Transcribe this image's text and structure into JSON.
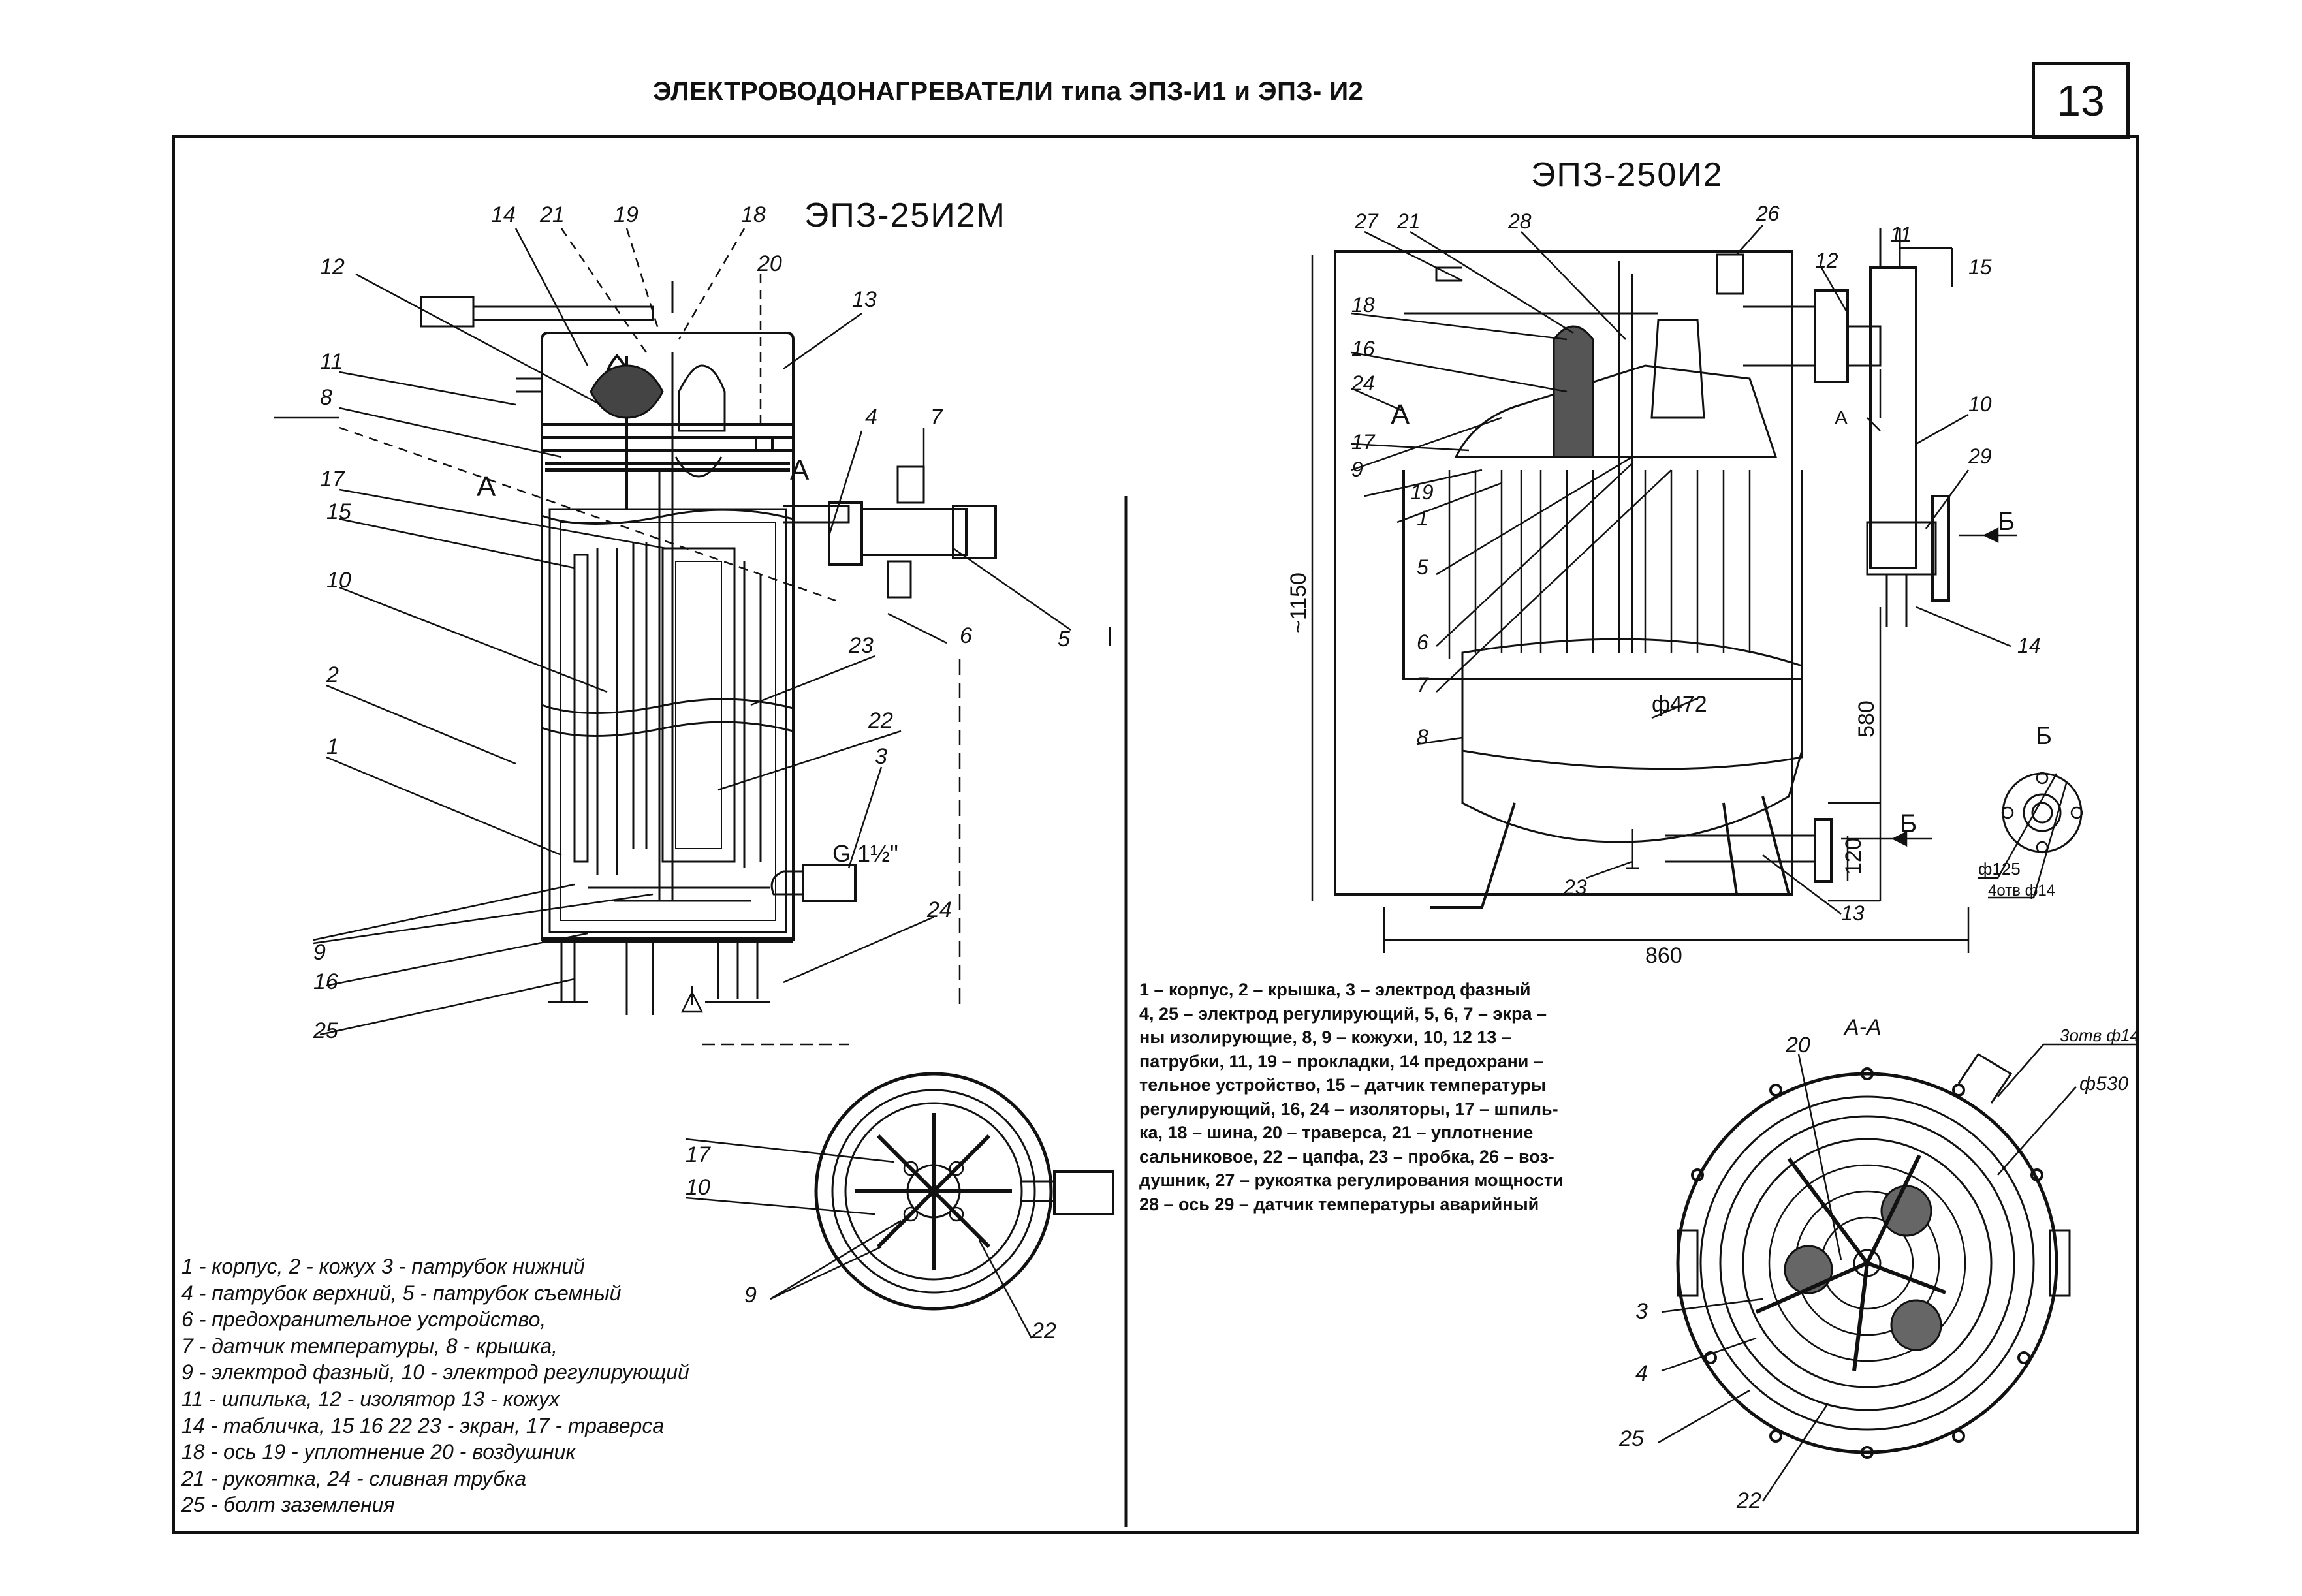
{
  "title": "ЭЛЕКТРОВОДОНАГРЕВАТЕЛИ типа ЭПЗ-И1 и ЭПЗ- И2",
  "page_number": "13",
  "left_view": {
    "caption": "ЭПЗ-25И2М",
    "section_mark": "А",
    "callouts": [
      "14",
      "21",
      "19",
      "18",
      "12",
      "20",
      "13",
      "11",
      "8",
      "4",
      "7",
      "17",
      "15",
      "10",
      "6",
      "5",
      "2",
      "23",
      "22",
      "1",
      "3",
      "9",
      "16",
      "25",
      "24"
    ],
    "pipe_label": "G 1½\""
  },
  "right_view": {
    "caption": "ЭПЗ-250И2",
    "callouts": [
      "27",
      "21",
      "28",
      "26",
      "12",
      "11",
      "15",
      "18",
      "16",
      "24",
      "17",
      "9",
      "19",
      "1",
      "5",
      "6",
      "7",
      "8",
      "10",
      "29",
      "14",
      "23",
      "13"
    ],
    "dimensions": {
      "height": "~1150",
      "diameter": "ф472",
      "bottom": "580",
      "pipe": "120",
      "width": "860"
    },
    "flow_label": "Б",
    "section_mark": "А"
  },
  "view_b": {
    "label": "Б",
    "dims": [
      "ф125",
      "4отв ф14"
    ]
  },
  "section_aa": {
    "label": "А-А",
    "callouts": [
      "20",
      "3",
      "4",
      "25",
      "22"
    ],
    "dims": [
      "3отв ф14",
      "ф530"
    ]
  },
  "legend_left": [
    "1 - корпус, 2 - кожух  3 - патрубок нижний",
    "4 - патрубок верхний, 5 - патрубок съемный",
    "6 - предохранительное устройство,",
    "7 - датчик температуры, 8 - крышка,",
    "9 - электрод фазный, 10 - электрод регулирующий",
    "11 - шпилька, 12 - изолятор  13 - кожух",
    "14 - табличка, 15 16  22  23 - экран, 17 - траверса",
    "18 - ось  19 - уплотнение  20 - воздушник",
    "21 - рукоятка, 24 - сливная трубка",
    "25 - болт заземления"
  ],
  "legend_right": [
    "1 – корпус, 2 – крышка, 3 – электрод фазный",
    "4, 25 – электрод регулирующий, 5, 6, 7 – экра –",
    "ны изолирующие, 8, 9 – кожухи, 10, 12 13 –",
    "патрубки, 11, 19 – прокладки, 14 предохрани –",
    "тельное устройство, 15 – датчик температуры",
    "регулирующий, 16, 24 – изоляторы, 17 – шпиль-",
    "ка, 18 – шина, 20 – траверса, 21 – уплотнение",
    "сальниковое, 22 – цапфа, 23 – пробка, 26 – воз-",
    "душник, 27 – рукоятка регулирования мощности",
    "28 – ось  29 – датчик температуры аварийный"
  ]
}
